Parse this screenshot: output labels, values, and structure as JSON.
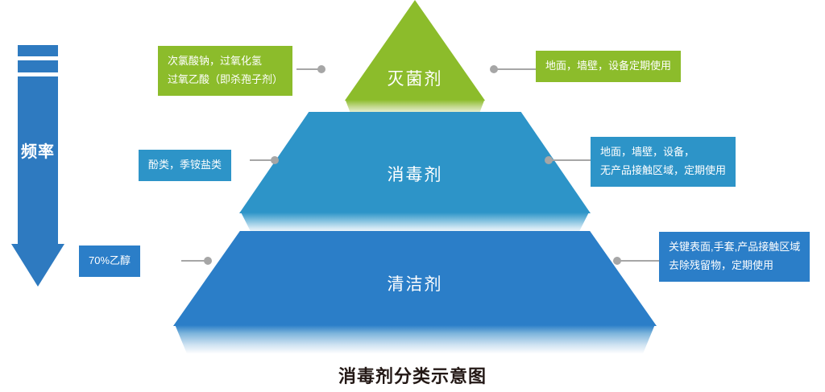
{
  "title": "消毒剂分类示意图",
  "axis": {
    "name": "frequency-arrow",
    "label": "频率",
    "direction": "down",
    "color": "#2E7AC0"
  },
  "colors": {
    "sterilant_green": "#8CBC2B",
    "disinfectant_blue": "#2D94C8",
    "cleaner_blue": "#2B7EC8",
    "connector_gray": "#A6A6A6",
    "title_text": "#231815"
  },
  "pyramid": {
    "tiers": [
      {
        "id": "sterilant",
        "label": "灭菌剂",
        "color": "#8CBC2B",
        "left_callout": {
          "lines": [
            "次氯酸钠，过氧化氢",
            "过氧乙酸（即杀孢子剂）"
          ],
          "color": "#8CBC2B"
        },
        "right_callout": {
          "lines": [
            "地面，墙壁，设备定期使用"
          ],
          "color": "#8CBC2B"
        }
      },
      {
        "id": "disinfectant",
        "label": "消毒剂",
        "color": "#2D94C8",
        "left_callout": {
          "lines": [
            "酚类，季铵盐类"
          ],
          "color": "#2D94C8"
        },
        "right_callout": {
          "lines": [
            "地面，墙壁，设备，",
            "无产品接触区域，定期使用"
          ],
          "color": "#2D94C8"
        }
      },
      {
        "id": "cleaner",
        "label": "清洁剂",
        "color": "#2B7EC8",
        "left_callout": {
          "lines": [
            "70%乙醇"
          ],
          "color": "#2B7EC8"
        },
        "right_callout": {
          "lines": [
            "关键表面,手套,产品接触区域",
            "去除残留物，定期使用"
          ],
          "color": "#2B7EC8"
        }
      }
    ]
  }
}
